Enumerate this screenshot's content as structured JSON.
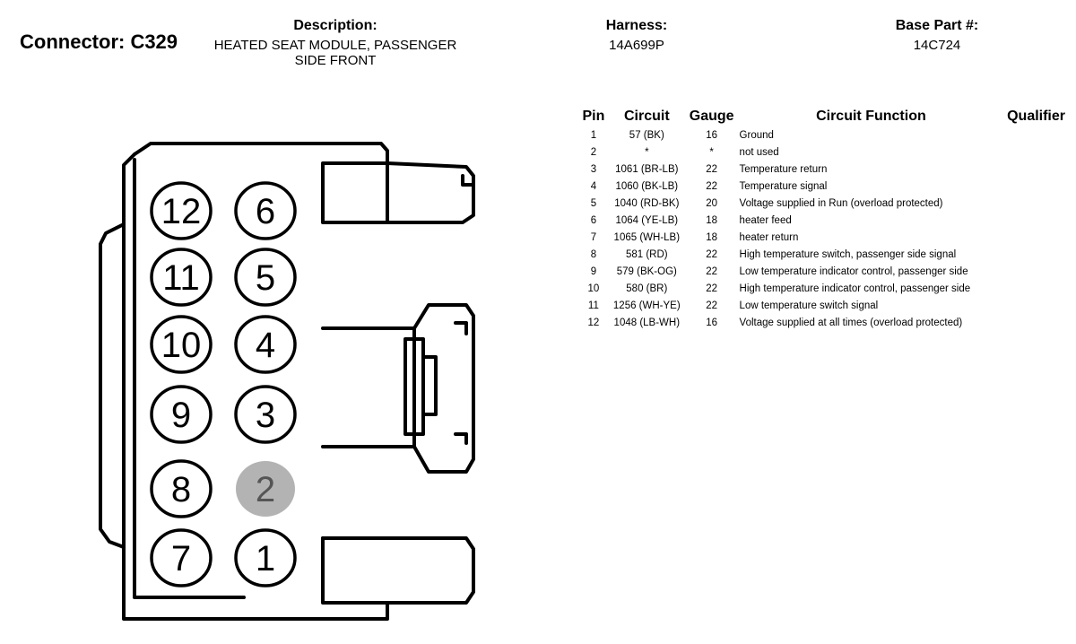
{
  "header": {
    "connector_label": "Connector: C329",
    "description_heading": "Description:",
    "description_value": "HEATED SEAT MODULE, PASSENGER SIDE FRONT",
    "harness_heading": "Harness:",
    "harness_value": "14A699P",
    "base_part_heading": "Base Part #:",
    "base_part_value": "14C724"
  },
  "table": {
    "headers": [
      "Pin",
      "Circuit",
      "Gauge",
      "Circuit Function",
      "Qualifier"
    ],
    "rows": [
      {
        "pin": "1",
        "circuit": "57 (BK)",
        "gauge": "16",
        "function": "Ground",
        "qualifier": ""
      },
      {
        "pin": "2",
        "circuit": "*",
        "gauge": "*",
        "function": "not used",
        "qualifier": ""
      },
      {
        "pin": "3",
        "circuit": "1061 (BR-LB)",
        "gauge": "22",
        "function": "Temperature return",
        "qualifier": ""
      },
      {
        "pin": "4",
        "circuit": "1060 (BK-LB)",
        "gauge": "22",
        "function": "Temperature signal",
        "qualifier": ""
      },
      {
        "pin": "5",
        "circuit": "1040 (RD-BK)",
        "gauge": "20",
        "function": "Voltage supplied in Run (overload protected)",
        "qualifier": ""
      },
      {
        "pin": "6",
        "circuit": "1064 (YE-LB)",
        "gauge": "18",
        "function": "heater feed",
        "qualifier": ""
      },
      {
        "pin": "7",
        "circuit": "1065 (WH-LB)",
        "gauge": "18",
        "function": "heater return",
        "qualifier": ""
      },
      {
        "pin": "8",
        "circuit": "581 (RD)",
        "gauge": "22",
        "function": "High temperature switch, passenger side signal",
        "qualifier": ""
      },
      {
        "pin": "9",
        "circuit": "579 (BK-OG)",
        "gauge": "22",
        "function": "Low temperature indicator control, passenger side",
        "qualifier": ""
      },
      {
        "pin": "10",
        "circuit": "580 (BR)",
        "gauge": "22",
        "function": "High temperature indicator control, passenger side",
        "qualifier": ""
      },
      {
        "pin": "11",
        "circuit": "1256 (WH-YE)",
        "gauge": "22",
        "function": "Low temperature switch signal",
        "qualifier": ""
      },
      {
        "pin": "12",
        "circuit": "1048 (LB-WH)",
        "gauge": "16",
        "function": "Voltage supplied at all times (overload protected)",
        "qualifier": ""
      }
    ]
  },
  "connector_diagram": {
    "pin_labels": [
      "12",
      "6",
      "11",
      "5",
      "10",
      "4",
      "9",
      "3",
      "8",
      "2",
      "7",
      "1"
    ],
    "unused_pin": "2",
    "unused_pin_color": "#b3b3b3"
  }
}
